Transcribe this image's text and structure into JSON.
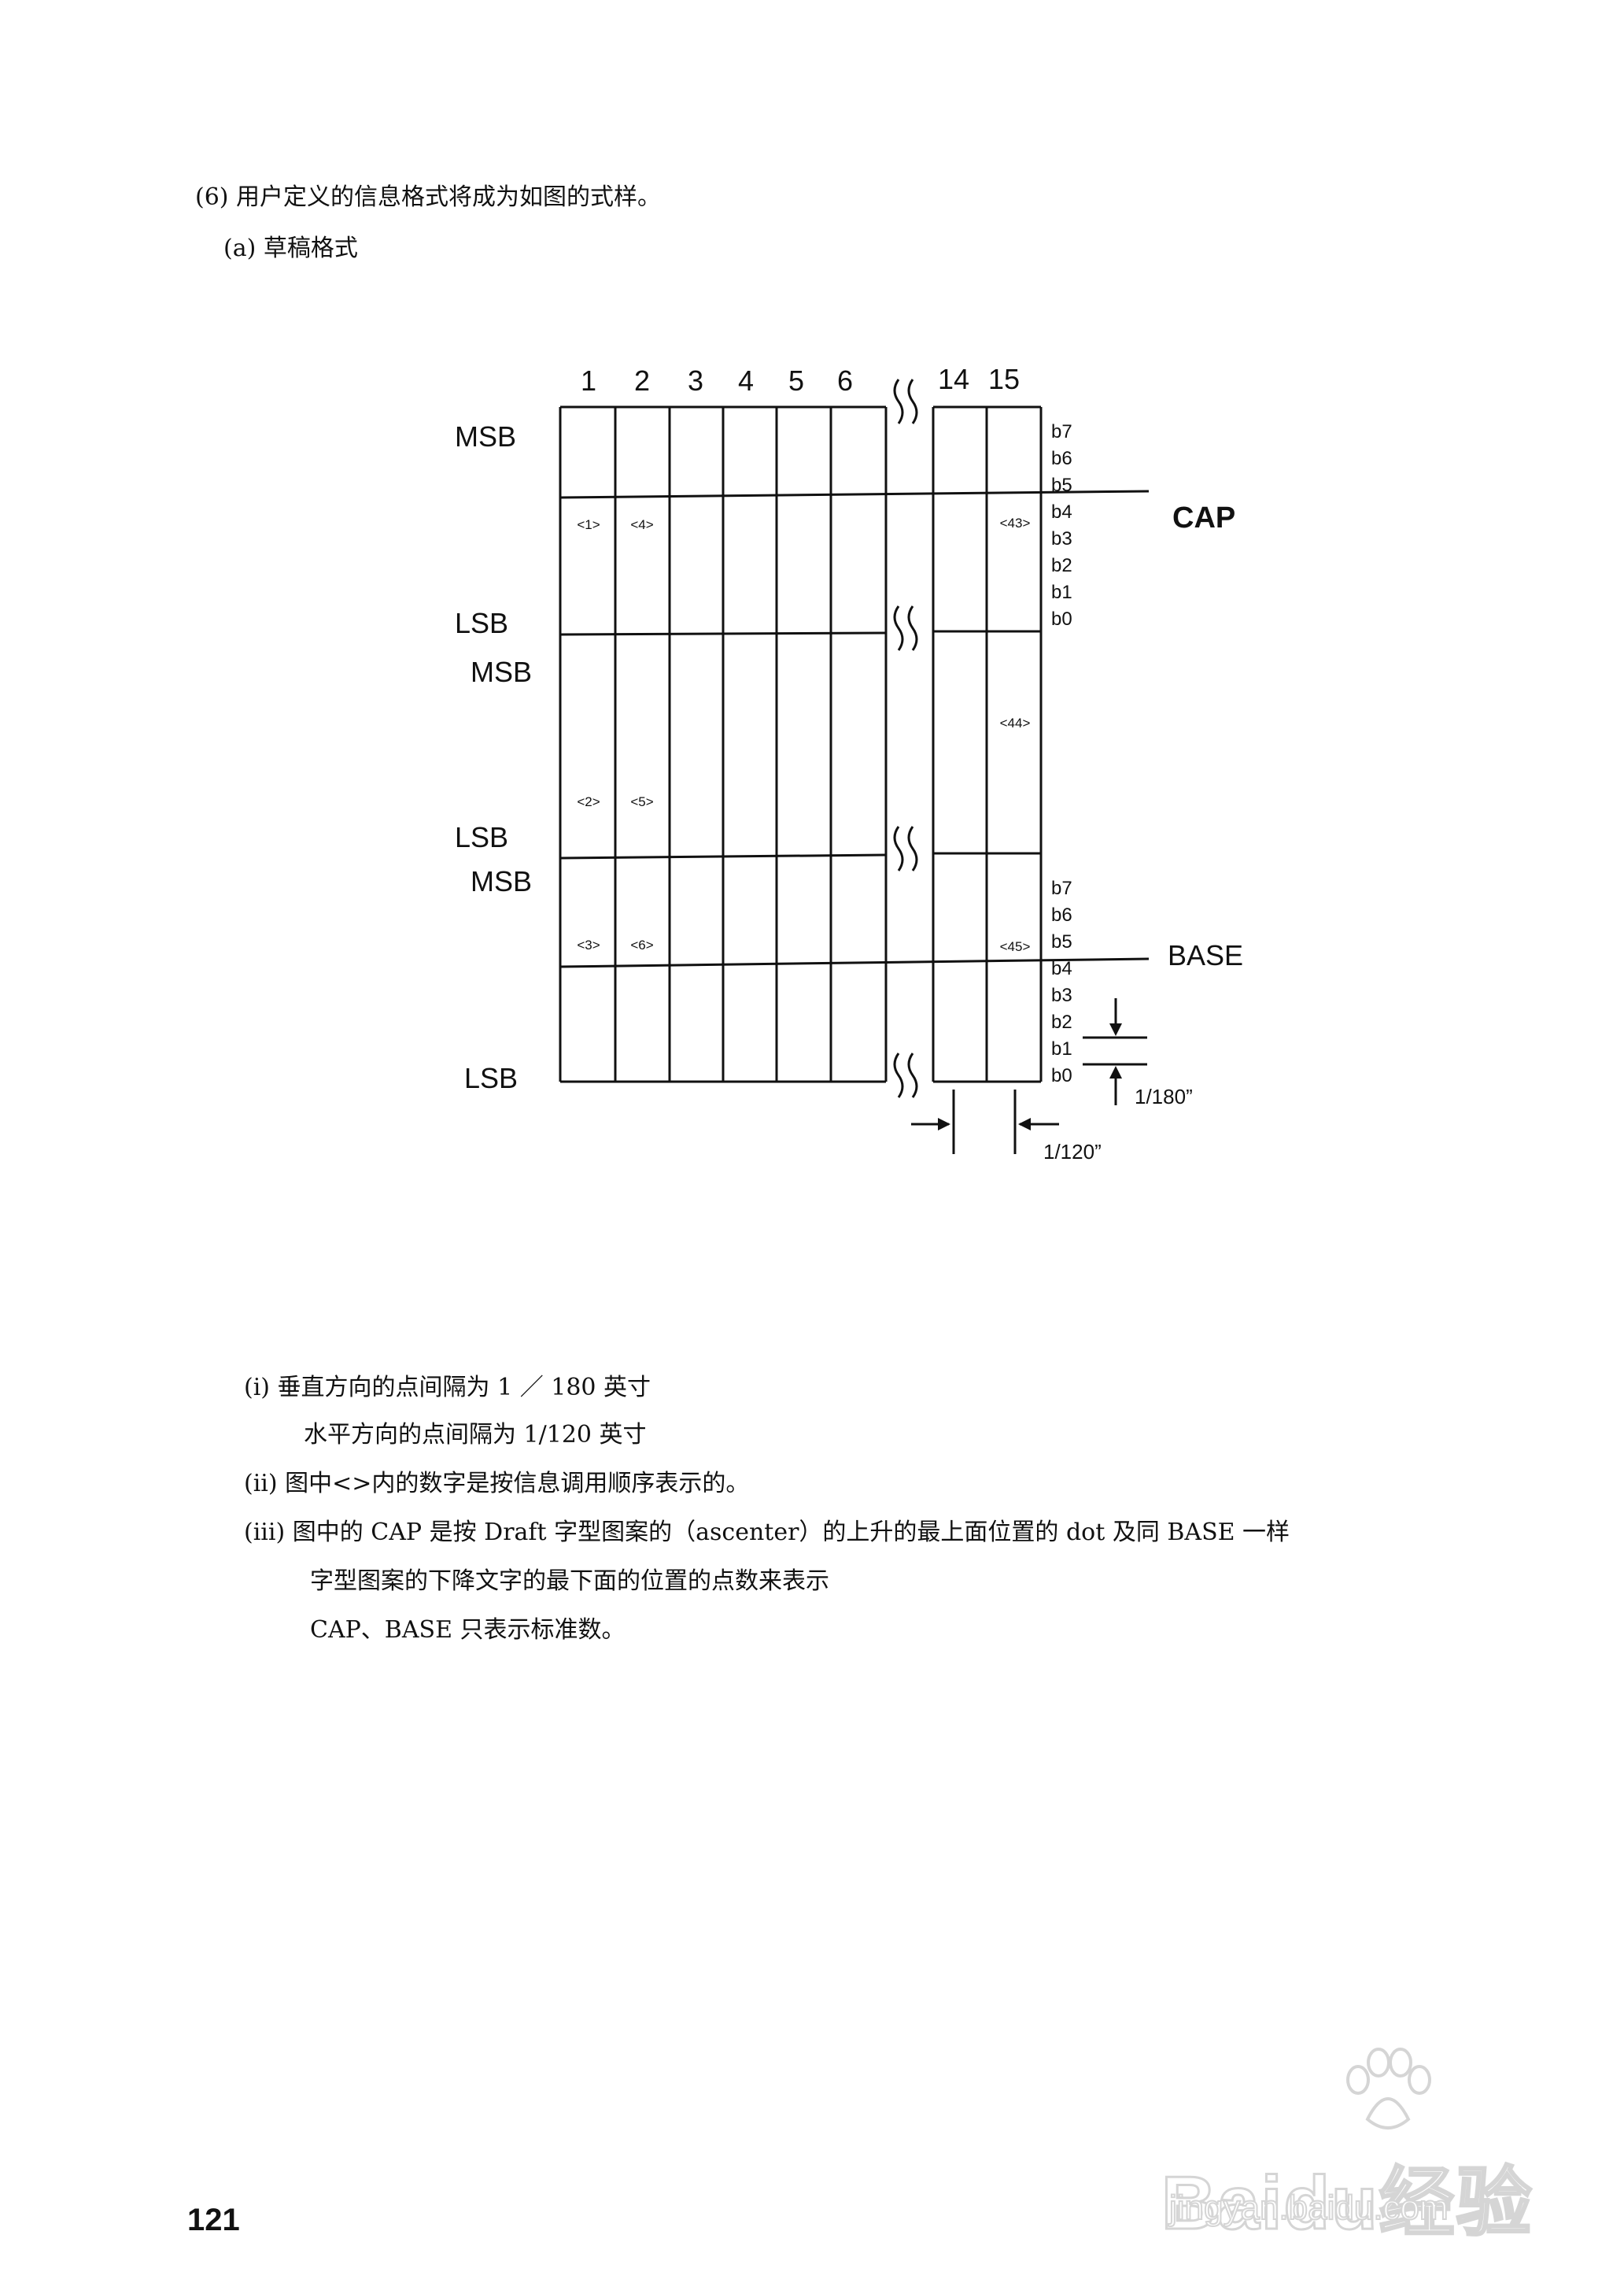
{
  "heading": {
    "section": "(6) 用户定义的信息格式将成为如图的式样。",
    "subsection": "(a) 草稿格式"
  },
  "diagram": {
    "column_labels": [
      "1",
      "2",
      "3",
      "4",
      "5",
      "6",
      "14",
      "15"
    ],
    "left_labels": [
      "MSB",
      "LSB",
      "MSB",
      "LSB",
      "MSB",
      "LSB"
    ],
    "bit_labels_top": [
      "b7",
      "b6",
      "b5",
      "b4",
      "b3",
      "b2",
      "b1",
      "b0"
    ],
    "bit_labels_bottom": [
      "b7",
      "b6",
      "b5",
      "b4",
      "b3",
      "b2",
      "b1",
      "b0"
    ],
    "cap_label": "CAP",
    "base_label": "BASE",
    "cell_markers": [
      "<1>",
      "<4>",
      "<43>",
      "<44>",
      "<2>",
      "<5>",
      "<3>",
      "<6>",
      "<45>"
    ],
    "vertical_spacing": "1/180”",
    "horizontal_spacing": "1/120”"
  },
  "notes": [
    "(i)    垂直方向的点间隔为 1 ／ 180 英寸",
    "水平方向的点间隔为 1/120 英寸",
    "(ii)   图中<>内的数字是按信息调用顺序表示的。",
    "(iii)   图中的 CAP 是按 Draft 字型图案的（ascenter）的上升的最上面位置的 dot 及同 BASE 一样",
    "字型图案的下降文字的最下面的位置的点数来表示",
    "CAP、BASE 只表示标准数。"
  ],
  "page_number": "121",
  "watermark": {
    "logo": "Baidu经验",
    "url": "jingyan.baidu.com"
  },
  "colors": {
    "ink": "#111111",
    "watermark": "#8a8a8a"
  }
}
